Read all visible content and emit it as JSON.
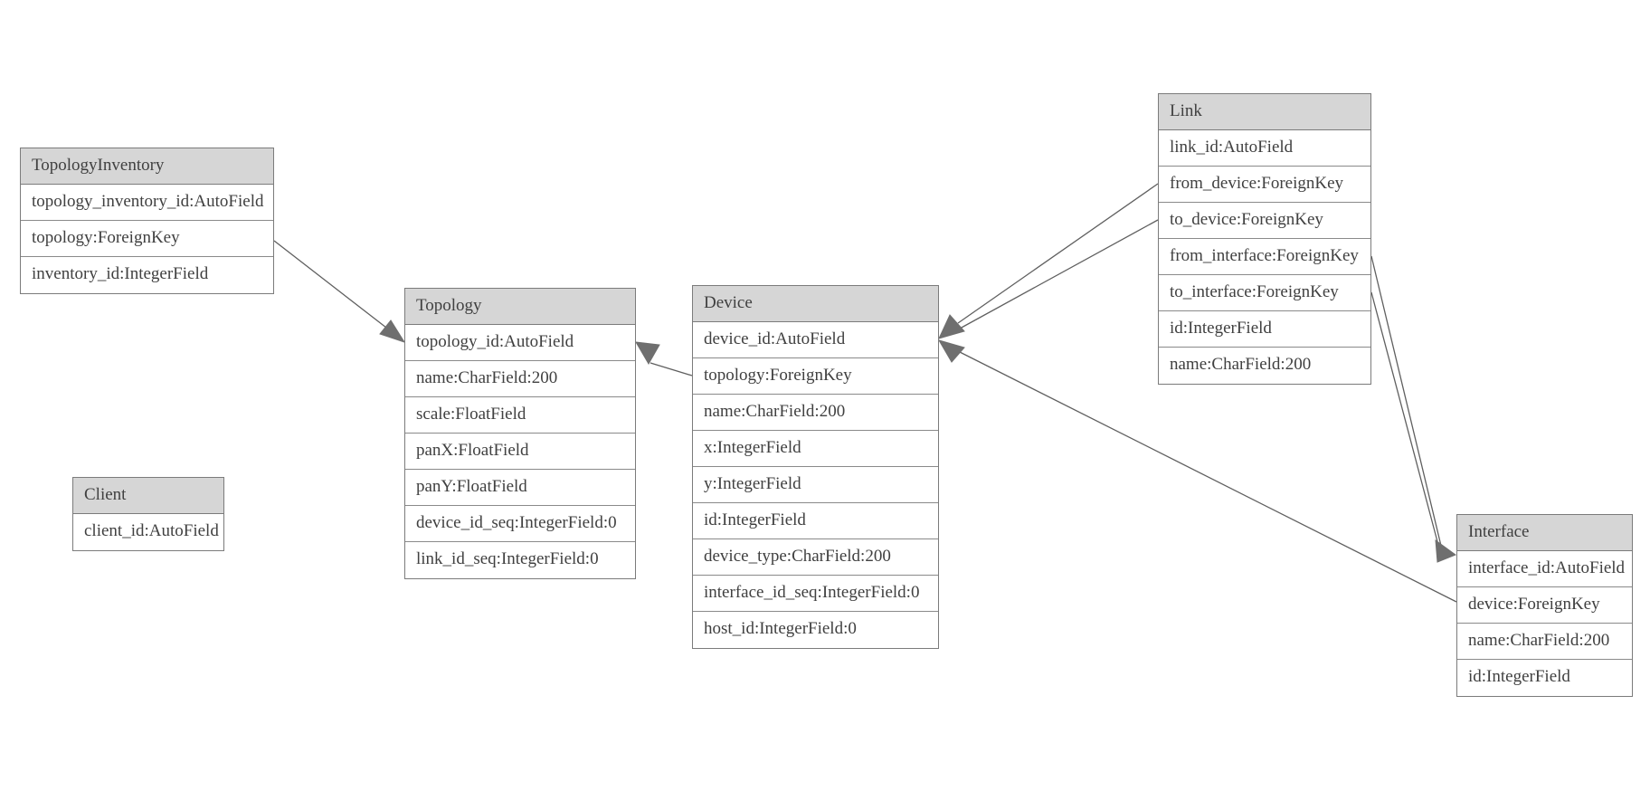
{
  "diagram": {
    "type": "entity-relationship-model",
    "background_color": "#ffffff",
    "header_fill_color": "#d6d6d6",
    "border_color": "#7b7b7b",
    "text_color": "#404040",
    "edge_color": "#5f5f5f",
    "arrowhead_color": "#6f6f6f"
  },
  "entities": {
    "topology_inventory": {
      "title": "TopologyInventory",
      "rows": [
        "topology_inventory_id:AutoField",
        "topology:ForeignKey",
        "inventory_id:IntegerField"
      ]
    },
    "client": {
      "title": "Client",
      "rows": [
        "client_id:AutoField"
      ]
    },
    "topology": {
      "title": "Topology",
      "rows": [
        "topology_id:AutoField",
        "name:CharField:200",
        "scale:FloatField",
        "panX:FloatField",
        "panY:FloatField",
        "device_id_seq:IntegerField:0",
        "link_id_seq:IntegerField:0"
      ]
    },
    "device": {
      "title": "Device",
      "rows": [
        "device_id:AutoField",
        "topology:ForeignKey",
        "name:CharField:200",
        "x:IntegerField",
        "y:IntegerField",
        "id:IntegerField",
        "device_type:CharField:200",
        "interface_id_seq:IntegerField:0",
        "host_id:IntegerField:0"
      ]
    },
    "link": {
      "title": "Link",
      "rows": [
        "link_id:AutoField",
        "from_device:ForeignKey",
        "to_device:ForeignKey",
        "from_interface:ForeignKey",
        "to_interface:ForeignKey",
        "id:IntegerField",
        "name:CharField:200"
      ]
    },
    "interface": {
      "title": "Interface",
      "rows": [
        "interface_id:AutoField",
        "device:ForeignKey",
        "name:CharField:200",
        "id:IntegerField"
      ]
    }
  },
  "relationships": [
    {
      "from": "TopologyInventory.topology",
      "to": "Topology.topology_id"
    },
    {
      "from": "Device.topology",
      "to": "Topology.topology_id"
    },
    {
      "from": "Link.from_device",
      "to": "Device.device_id"
    },
    {
      "from": "Link.to_device",
      "to": "Device.device_id"
    },
    {
      "from": "Link.from_interface",
      "to": "Interface.interface_id"
    },
    {
      "from": "Link.to_interface",
      "to": "Interface.interface_id"
    },
    {
      "from": "Interface.device",
      "to": "Device.device_id"
    }
  ]
}
